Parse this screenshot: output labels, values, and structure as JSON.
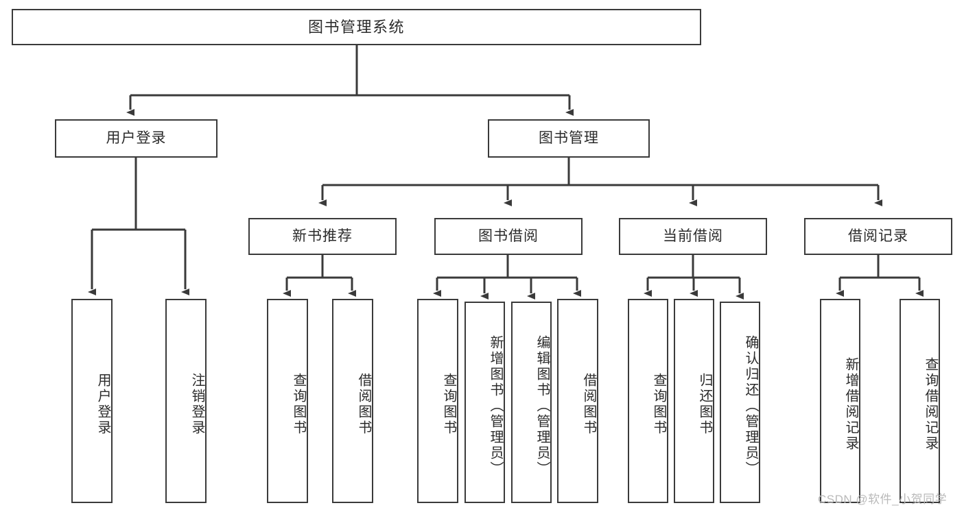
{
  "diagram": {
    "title_node": {
      "label": "图书管理系统"
    },
    "level2": [
      {
        "label": "用户登录"
      },
      {
        "label": "图书管理"
      }
    ],
    "level3": [
      {
        "label": "新书推荐"
      },
      {
        "label": "图书借阅"
      },
      {
        "label": "当前借阅"
      },
      {
        "label": "借阅记录"
      }
    ],
    "leaves": {
      "user_login": [
        {
          "label": "用户登录"
        },
        {
          "label": "注销登录"
        }
      ],
      "new_book_recommend": [
        {
          "label": "查询图书"
        },
        {
          "label": "借阅图书"
        }
      ],
      "book_borrow": [
        {
          "label": "查询图书"
        },
        {
          "label": "新增图书（管理员）"
        },
        {
          "label": "编辑图书（管理员）"
        },
        {
          "label": "借阅图书"
        }
      ],
      "current_borrow": [
        {
          "label": "查询图书"
        },
        {
          "label": "归还图书"
        },
        {
          "label": "确认归还（管理员）"
        }
      ],
      "borrow_record": [
        {
          "label": "新增借阅记录"
        },
        {
          "label": "查询借阅记录"
        }
      ]
    }
  },
  "watermark": {
    "text": "CSDN @软件_小贺同学"
  },
  "colors": {
    "stroke": "#3a3a3a",
    "background": "#ffffff",
    "text": "#2b2b2b",
    "watermark": "#b9b9b9"
  }
}
